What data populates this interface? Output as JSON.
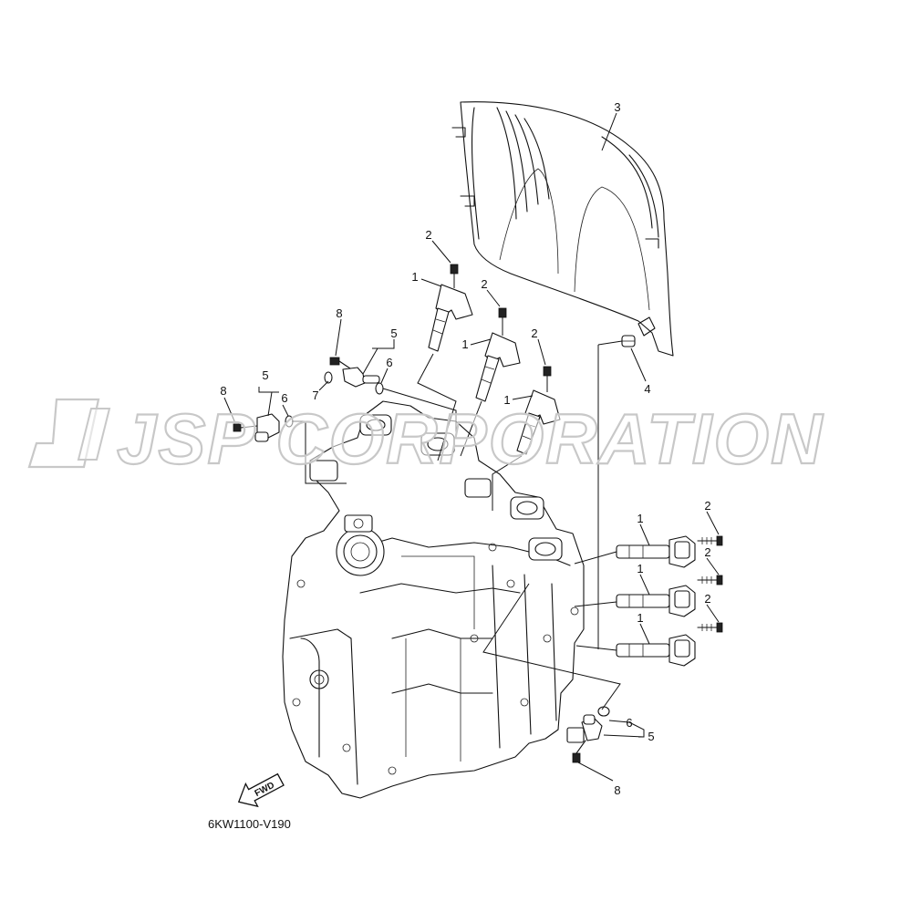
{
  "watermark": {
    "text": "JSP CORPORATION"
  },
  "fwd_label": "FWD",
  "diagram_code": "6KW1100-V190",
  "callouts": {
    "ignition_coil": "1",
    "bolt": "2",
    "cover": "3",
    "grommet": "4",
    "sensor_assembly": "5",
    "o_ring": "6",
    "o_ring_small": "7",
    "sensor_bolt": "8"
  }
}
